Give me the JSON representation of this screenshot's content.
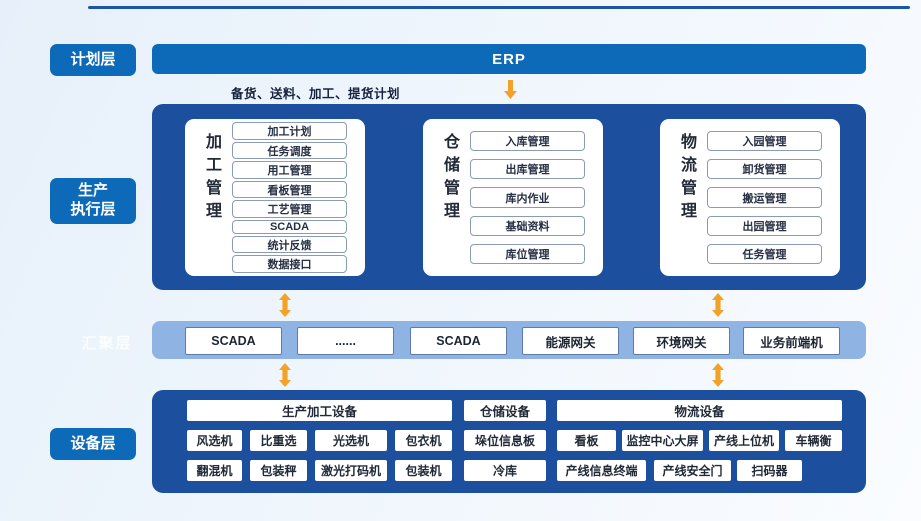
{
  "colors": {
    "accent_blue": "#0d6ab8",
    "dark_container_blue": "#1d4f9f",
    "light_bar_blue": "#8fb3e2",
    "arrow_orange": "#f2a227",
    "top_rule_blue": "#1d55a5"
  },
  "layers": {
    "planning_label": "计划层",
    "execution_label_line1": "生产",
    "execution_label_line2": "执行层",
    "aggregation_label": "汇聚层",
    "device_label": "设备层"
  },
  "erp": {
    "title": "ERP",
    "plan_caption": "备货、送料、加工、提货计划"
  },
  "execution": {
    "modules": [
      {
        "title": "加工管理",
        "items": [
          "加工计划",
          "任务调度",
          "用工管理",
          "看板管理",
          "工艺管理",
          "SCADA",
          "统计反馈",
          "数据接口"
        ]
      },
      {
        "title": "仓储管理",
        "items": [
          "入库管理",
          "出库管理",
          "库内作业",
          "基础资料",
          "库位管理"
        ]
      },
      {
        "title": "物流管理",
        "items": [
          "入园管理",
          "卸货管理",
          "搬运管理",
          "出园管理",
          "任务管理"
        ]
      }
    ]
  },
  "gateway": {
    "items": [
      "SCADA",
      "......",
      "SCADA",
      "能源网关",
      "环境网关",
      "业务前端机"
    ]
  },
  "devices": {
    "groups": [
      {
        "header": "生产加工设备",
        "rows": [
          [
            "风选机",
            "比重选",
            "光选机",
            "包衣机"
          ],
          [
            "翻混机",
            "包装秤",
            "激光打码机",
            "包装机"
          ]
        ]
      },
      {
        "header": "仓储设备",
        "rows": [
          [
            "垛位信息板"
          ],
          [
            "冷库"
          ]
        ]
      },
      {
        "header": "物流设备",
        "rows": [
          [
            "看板",
            "监控中心大屏",
            "产线上位机",
            "车辆衡"
          ],
          [
            "产线信息终端",
            "产线安全门",
            "扫码器"
          ]
        ]
      }
    ]
  }
}
